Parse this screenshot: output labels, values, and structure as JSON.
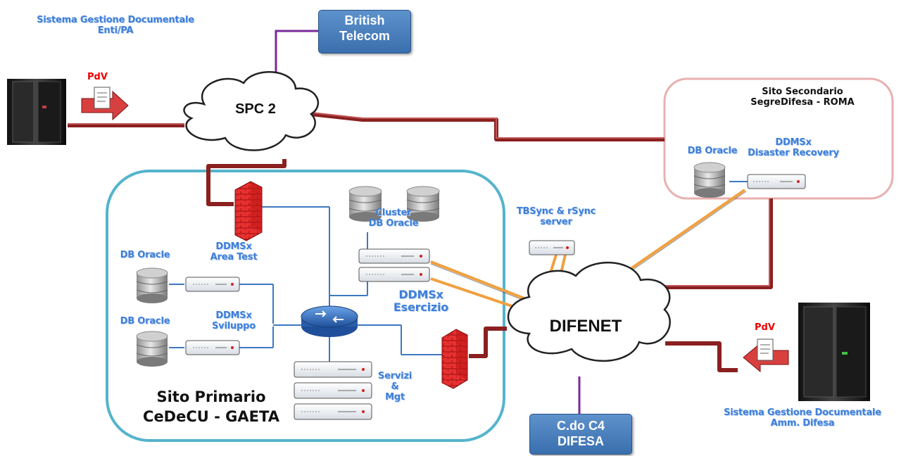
{
  "labels": {
    "sgd_ext_line1": "Sistema Gestione Documentale",
    "sgd_ext_line2": "Enti/PA",
    "sgd_difesa_line1": "Sistema Gestione Documentale",
    "sgd_difesa_line2": "Amm. Difesa",
    "pdv_left": "PdV",
    "pdv_right": "PdV",
    "spc2": "SPC 2",
    "difenet": "DIFENET",
    "british_telecom_line1": "British",
    "british_telecom_line2": "Telecom",
    "cdo_c4_line1": "C.do C4",
    "cdo_c4_line2": "DIFESA",
    "sito_secondario_line1": "Sito Secondario",
    "sito_secondario_line2": "SegreDifesa - ROMA",
    "db_oracle_secondary": "DB Oracle",
    "ddmsx_dr_line1": "DDMSx",
    "ddmsx_dr_line2": "Disaster Recovery",
    "tbsync_line1": "TBSync & rSync",
    "tbsync_line2": "server",
    "cluster_line1": "Cluster",
    "cluster_line2": "DB Oracle",
    "ddmsx_esercizio_line1": "DDMSx",
    "ddmsx_esercizio_line2": "Esercizio",
    "ddmsx_test_line1": "DDMSx",
    "ddmsx_test_line2": "Area Test",
    "ddmsx_sviluppo_line1": "DDMSx",
    "ddmsx_sviluppo_line2": "Sviluppo",
    "db_oracle_test": "DB Oracle",
    "db_oracle_sviluppo": "DB Oracle",
    "servizi_line1": "Servizi",
    "servizi_line2": "&",
    "servizi_line3": "Mgt",
    "sito_primario_line1": "Sito Primario",
    "sito_primario_line2": "CeDeCU - GAETA"
  },
  "colors": {
    "link_red": "#8b2020",
    "link_orange": "#f0a040",
    "link_purple": "#7a2a9a",
    "lan_blue": "#3e78c0",
    "primary_border": "#55b4cc",
    "secondary_border": "#e8b0b0",
    "label_blue": "#3f7fd8",
    "box_blue": "#4a7fbf"
  }
}
